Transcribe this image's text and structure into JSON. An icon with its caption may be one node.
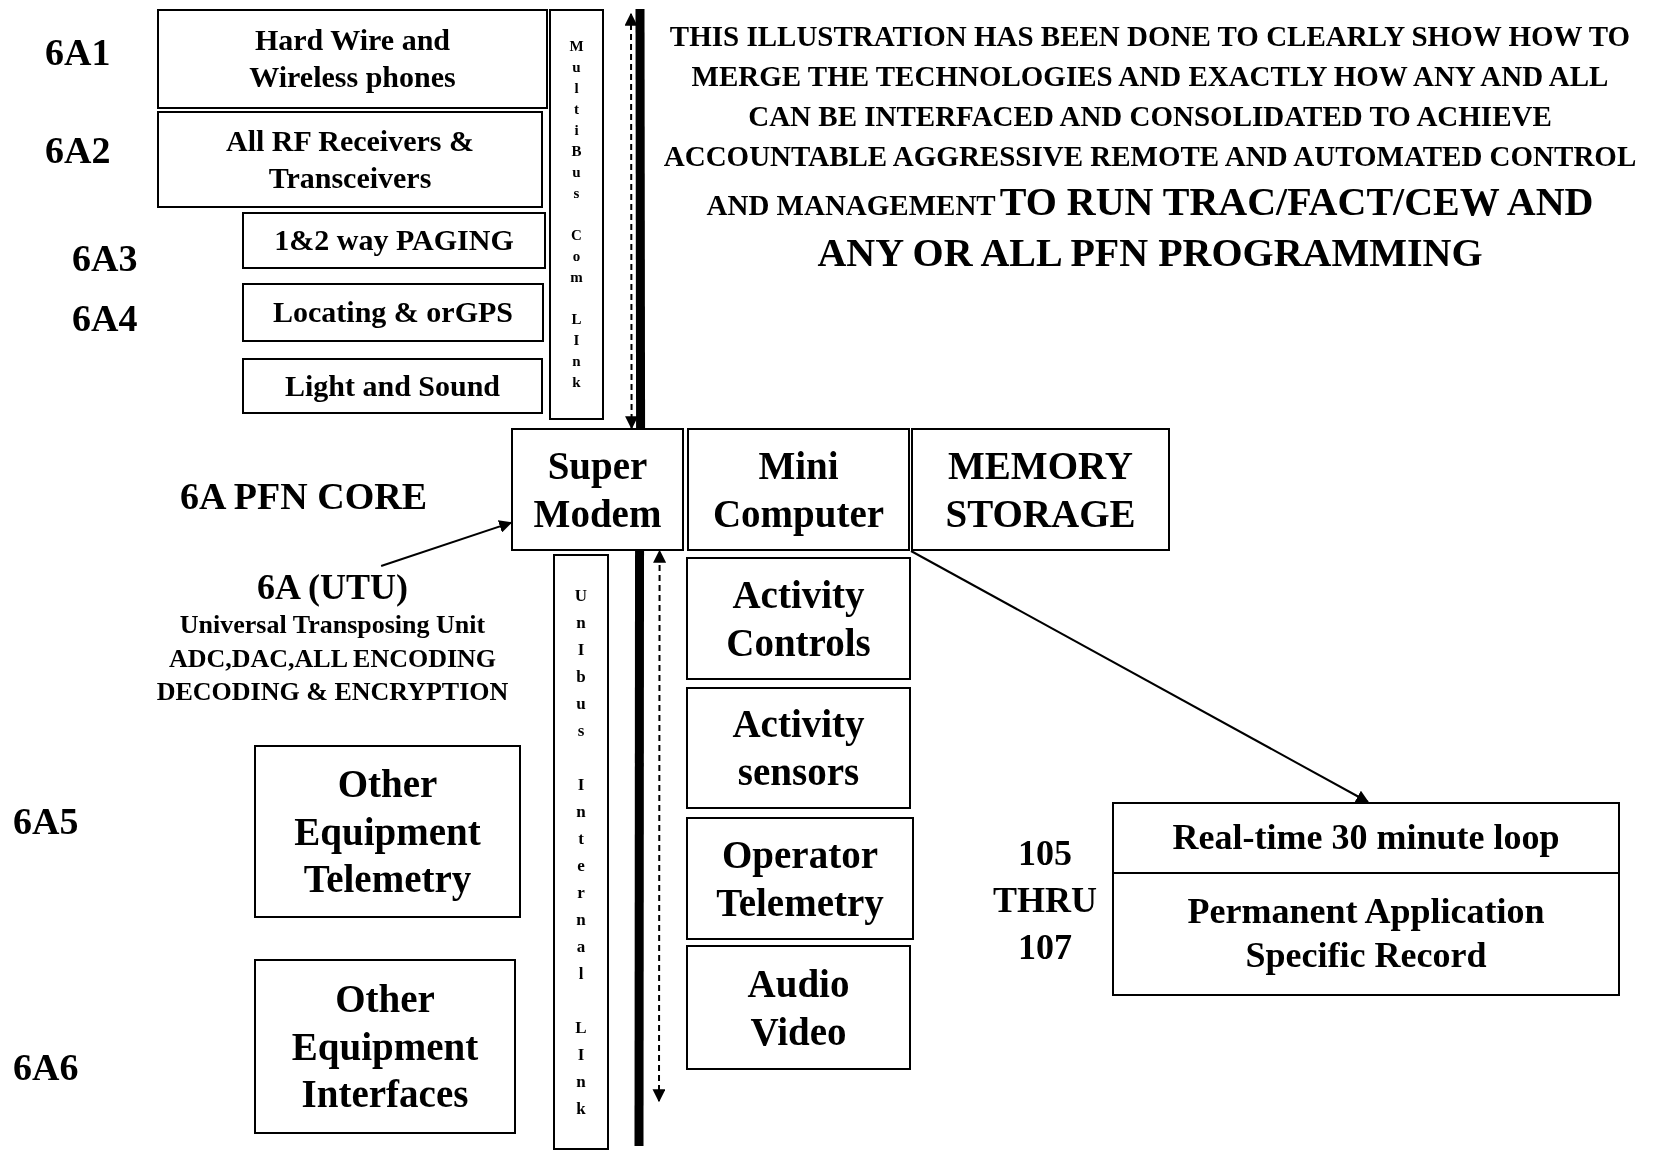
{
  "diagram": {
    "nodes": [
      {
        "text": [
          "Hard Wire and Wireless phones"
        ]
      },
      {
        "text": [
          "MultiBus Com LInk"
        ]
      },
      {
        "text": [
          "All RF Receivers & Transceivers"
        ]
      },
      {
        "text": [
          "1&2 way PAGING"
        ]
      },
      {
        "text": [
          "Locating & orGPS"
        ]
      },
      {
        "text": [
          "Light and Sound"
        ]
      },
      {
        "text": [
          "Super Modem"
        ]
      },
      {
        "text": [
          "Mini Computer"
        ]
      },
      {
        "text": [
          "MEMORY STORAGE"
        ]
      },
      {
        "text": [
          "6A (UTU)",
          "Universal Transposing Unit ADC,DAC,ALL ENCODING DECODING & ENCRYPTION"
        ]
      },
      {
        "text": [
          "UnIbus Internal LInk"
        ]
      },
      {
        "text": [
          "Activity Controls"
        ]
      },
      {
        "text": [
          "Activity sensors"
        ]
      },
      {
        "text": [
          "Other Equipment Telemetry"
        ]
      },
      {
        "text": [
          "Operator Telemetry"
        ]
      },
      {
        "text": [
          "Other Equipment Interfaces"
        ]
      },
      {
        "text": [
          "Audio Video"
        ]
      },
      {
        "text": [
          "Real-time 30 minute loop"
        ]
      },
      {
        "text": [
          "Permanent Application Specific Record"
        ]
      }
    ],
    "edges": [
      {
        "from": 1,
        "to": 6,
        "arrow": "both",
        "style": "dashed"
      },
      {
        "from": 1,
        "to": 6,
        "arrow": "none",
        "style": "thick"
      },
      {
        "from": 16,
        "to": 6,
        "arrow": "both",
        "style": "dashed"
      },
      {
        "from": 10,
        "to": 6,
        "arrow": "none",
        "style": "thick"
      },
      {
        "from": 9,
        "to": 6,
        "arrow": "to"
      },
      {
        "from": 8,
        "to": 17,
        "arrow": "to"
      }
    ],
    "labels": [
      "6A1",
      "6A2",
      "THIS ILLUSTRATION HAS BEEN DONE TO CLEARLY SHOW HOW TO MERGE THE TECHNOLOGIES AND EXACTLY HOW ANY AND ALL CAN BE INTERFACED AND CONSOLIDATED TO ACHIEVE ACCOUNTABLE AGGRESSIVE REMOTE AND AUTOMATED CONTROL AND MANAGEMENT",
      "TO RUN TRAC/FACT/CEW AND ANY OR ALL PFN PROGRAMMING",
      "6A3",
      "6A4",
      "6A PFN CORE",
      "6A5",
      "6A6",
      "105 THRU 107"
    ]
  }
}
